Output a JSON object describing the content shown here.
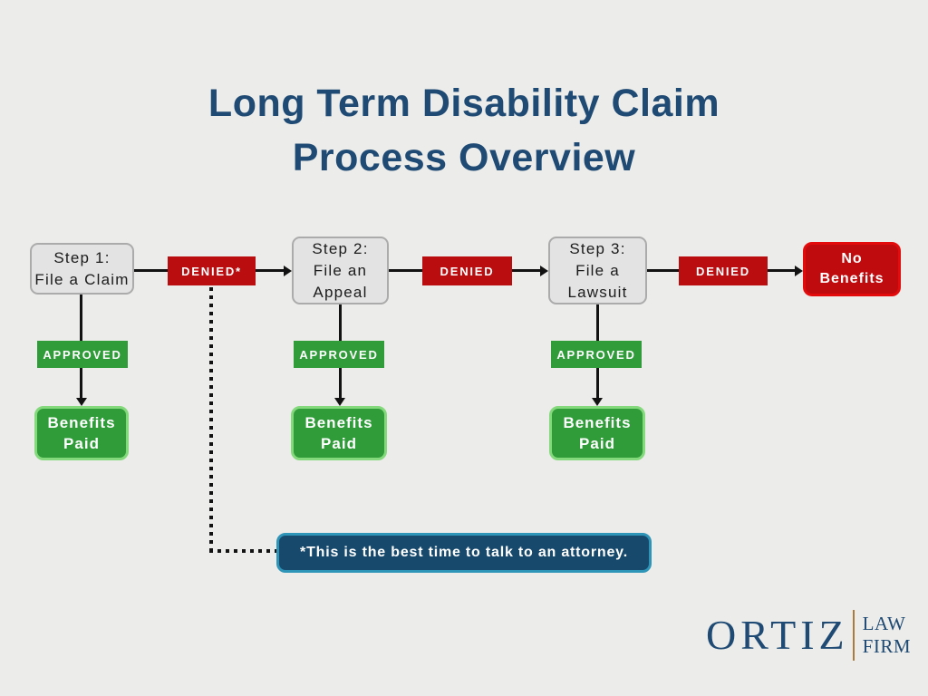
{
  "title": {
    "line1": "Long Term Disability Claim",
    "line2": "Process Overview"
  },
  "steps": [
    {
      "lines": [
        "Step 1:",
        "File a Claim"
      ]
    },
    {
      "lines": [
        "Step 2:",
        "File an",
        "Appeal"
      ]
    },
    {
      "lines": [
        "Step 3:",
        "File a",
        "Lawsuit"
      ]
    }
  ],
  "denied": [
    "DENIED*",
    "DENIED",
    "DENIED"
  ],
  "approved_label": "APPROVED",
  "benefits": {
    "line1": "Benefits",
    "line2": "Paid"
  },
  "no_benefits": {
    "line1": "No",
    "line2": "Benefits"
  },
  "note": "*This is the best time to talk to an attorney.",
  "logo": {
    "name": "ORTIZ",
    "word1": "LAW",
    "word2": "FIRM"
  },
  "colors": {
    "background": "#ececea",
    "title_navy": "#1f4a73",
    "denied_red": "#b90d10",
    "no_benefits_red": "#c00b0e",
    "no_benefits_border": "#e30b0b",
    "approved_green": "#2f9c39",
    "benefits_border_green": "#84d97c",
    "note_fill": "#17496d",
    "note_border": "#2e95b8",
    "step_gray": "#e3e3e3",
    "step_border_gray": "#ababab",
    "connector_black": "#121212",
    "logo_gold": "#a97c3e"
  }
}
